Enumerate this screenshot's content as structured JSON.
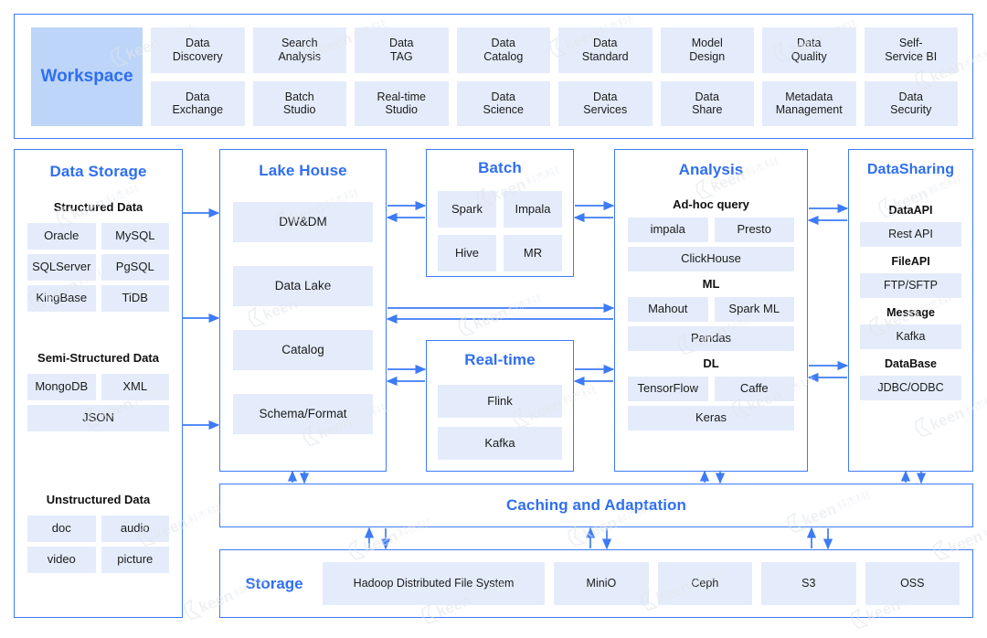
{
  "workspace": {
    "logo_label": "Workspace",
    "tiles": [
      "Data\nDiscovery",
      "Search\nAnalysis",
      "Data\nTAG",
      "Data\nCatalog",
      "Data\nStandard",
      "Model\nDesign",
      "Data\nQuality",
      "Self-\nService BI",
      "Data\nExchange",
      "Batch\nStudio",
      "Real-time\nStudio",
      "Data\nScience",
      "Data\nServices",
      "Data\nShare",
      "Metadata\nManagement",
      "Data\nSecurity"
    ]
  },
  "data_storage": {
    "title": "Data Storage",
    "sections": [
      {
        "heading": "Structured Data",
        "items": [
          "Oracle",
          "MySQL",
          "SQLServer",
          "PgSQL",
          "KingBase",
          "TiDB"
        ],
        "full": []
      },
      {
        "heading": "Semi-Structured Data",
        "items": [
          "MongoDB",
          "XML"
        ],
        "full": [
          "JSON"
        ]
      },
      {
        "heading": "Unstructured Data",
        "items": [
          "doc",
          "audio",
          "video",
          "picture"
        ],
        "full": []
      }
    ]
  },
  "lake_house": {
    "title": "Lake House",
    "items": [
      "DW&DM",
      "Data Lake",
      "Catalog",
      "Schema/Format"
    ]
  },
  "batch": {
    "title": "Batch",
    "items": [
      "Spark",
      "Impala",
      "Hive",
      "MR"
    ]
  },
  "realtime": {
    "title": "Real-time",
    "items": [
      "Flink",
      "Kafka"
    ]
  },
  "analysis": {
    "title": "Analysis",
    "groups": [
      {
        "heading": "Ad-hoc query",
        "pair": [
          "impala",
          "Presto"
        ],
        "full": [
          "ClickHouse"
        ]
      },
      {
        "heading": "ML",
        "pair": [
          "Mahout",
          "Spark ML"
        ],
        "full": [
          "Pandas"
        ]
      },
      {
        "heading": "DL",
        "pair": [
          "TensorFlow",
          "Caffe"
        ],
        "full": [
          "Keras"
        ]
      }
    ]
  },
  "data_sharing": {
    "title": "DataSharing",
    "groups": [
      {
        "heading": "DataAPI",
        "item": "Rest API"
      },
      {
        "heading": "FileAPI",
        "item": "FTP/SFTP"
      },
      {
        "heading": "Message",
        "item": "Kafka"
      },
      {
        "heading": "DataBase",
        "item": "JDBC/ODBC"
      }
    ]
  },
  "caching": {
    "title": "Caching and Adaptation"
  },
  "storage_bar": {
    "label": "Storage",
    "items": [
      "Hadoop Distributed File System",
      "MiniO",
      "Ceph",
      "S3",
      "OSS"
    ]
  },
  "watermark": {
    "text": "keen",
    "sub": "科杰科技"
  },
  "colors": {
    "accent": "#2f6ff0",
    "border": "#3d7bf5",
    "chip_bg": "#e4ecfb",
    "logo_bg": "#bdd5f8",
    "arrow": "#3d7bf5",
    "page_bg": "#ffffff",
    "text": "#1a1a1a"
  }
}
